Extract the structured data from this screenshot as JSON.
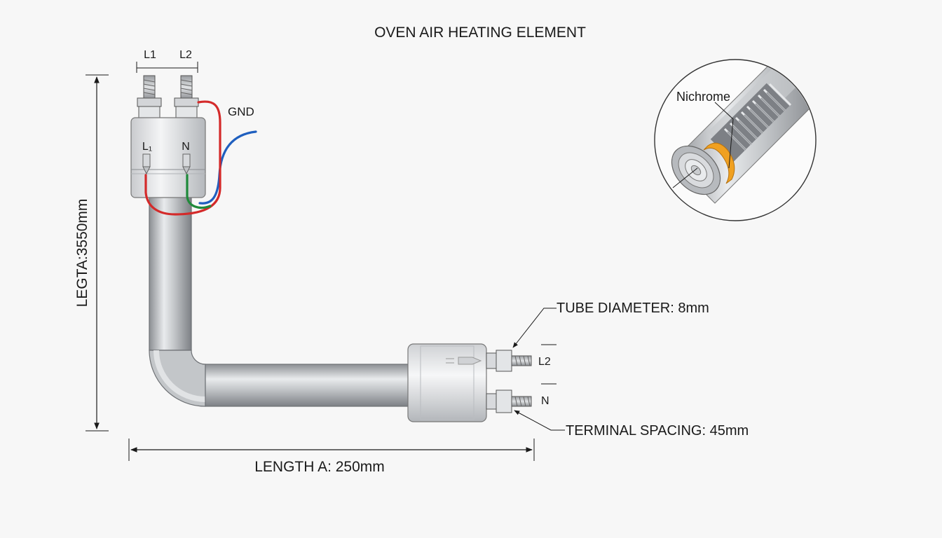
{
  "diagram": {
    "title": "OVEN AIR HEATING ELEMENT",
    "top_terminal_labels": [
      "L1",
      "L2"
    ],
    "ground_label": "GND",
    "block_labels": [
      "L₁",
      "N"
    ],
    "vertical_length_label": "LEGTA:3550mm",
    "horizontal_length_label": "LENGTH A: 250mm",
    "tube_diameter_label": "TUBE DIAMETER: 8mm",
    "terminal_spacing_label": "TERMINAL SPACING: 45mm",
    "right_terminal_labels": [
      "L2",
      "N"
    ],
    "inset_label": "Nichrome",
    "colors": {
      "live_wire": "#d42a2a",
      "neutral_wire": "#1f5fbf",
      "ground_wire": "#1f8a3a",
      "tube": "#b9bcc0",
      "nichrome_band": "#f0a020"
    }
  }
}
